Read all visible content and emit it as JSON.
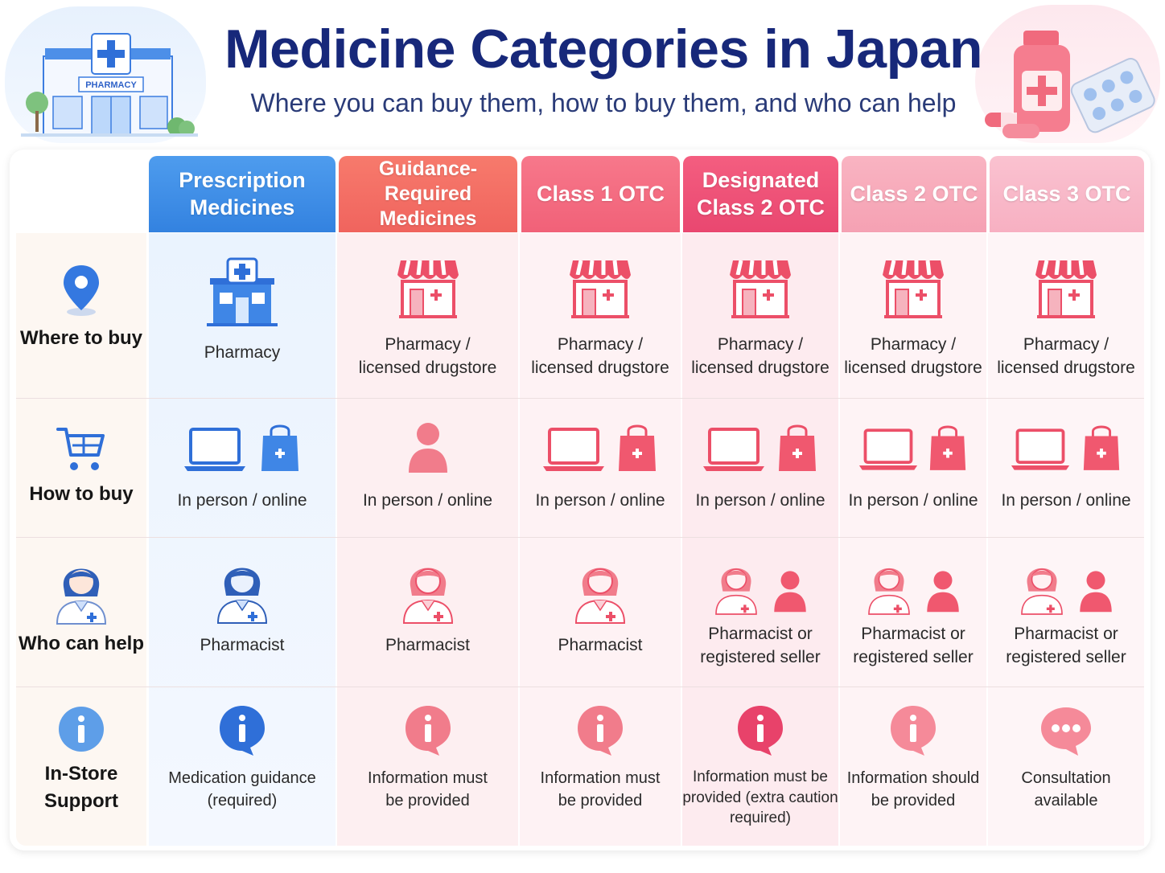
{
  "title": "Medicine Categories in Japan",
  "subtitle": "Where you can buy them, how to buy them, and who can help",
  "header_illustration": {
    "sign": "PHARMACY"
  },
  "colors": {
    "title": "#17287a",
    "prescription": "#3d8de6",
    "guidance": "#f26c63",
    "class1": "#f4687e",
    "designated2": "#ee4f75",
    "class2": "#f7a8b8",
    "class3": "#f8b6c6",
    "icon_blue": "#2f6fd8",
    "icon_red": "#ec4f68"
  },
  "columns": [
    "Prescription\nMedicines",
    "Guidance-Required\nMedicines",
    "Class 1 OTC",
    "Designated\nClass 2 OTC",
    "Class 2 OTC",
    "Class 3 OTC"
  ],
  "rows": [
    {
      "label": "Where to buy",
      "icon": "location-pin-icon",
      "cells": [
        "Pharmacy",
        "Pharmacy /\nlicensed drugstore",
        "Pharmacy /\nlicensed drugstore",
        "Pharmacy /\nlicensed drugstore",
        "Pharmacy /\nlicensed drugstore",
        "Pharmacy /\nlicensed drugstore"
      ]
    },
    {
      "label": "How to buy",
      "icon": "shopping-cart-icon",
      "cells": [
        "In person / online",
        "In person / online",
        "In person / online",
        "In person / online",
        "In person / online",
        "In person / online"
      ]
    },
    {
      "label": "Who can help",
      "icon": "pharmacist-icon",
      "cells": [
        "Pharmacist",
        "Pharmacist",
        "Pharmacist",
        "Pharmacist or\nregistered seller",
        "Pharmacist or\nregistered seller",
        "Pharmacist or\nregistered seller"
      ]
    },
    {
      "label": "In-Store\nSupport",
      "icon": "info-icon",
      "cells": [
        "Medication guidance\n(required)",
        "Information must\nbe provided",
        "Information must\nbe provided",
        "Information must be\nprovided (extra caution\nrequired)",
        "Information should\nbe provided",
        "Consultation\navailable"
      ]
    }
  ]
}
